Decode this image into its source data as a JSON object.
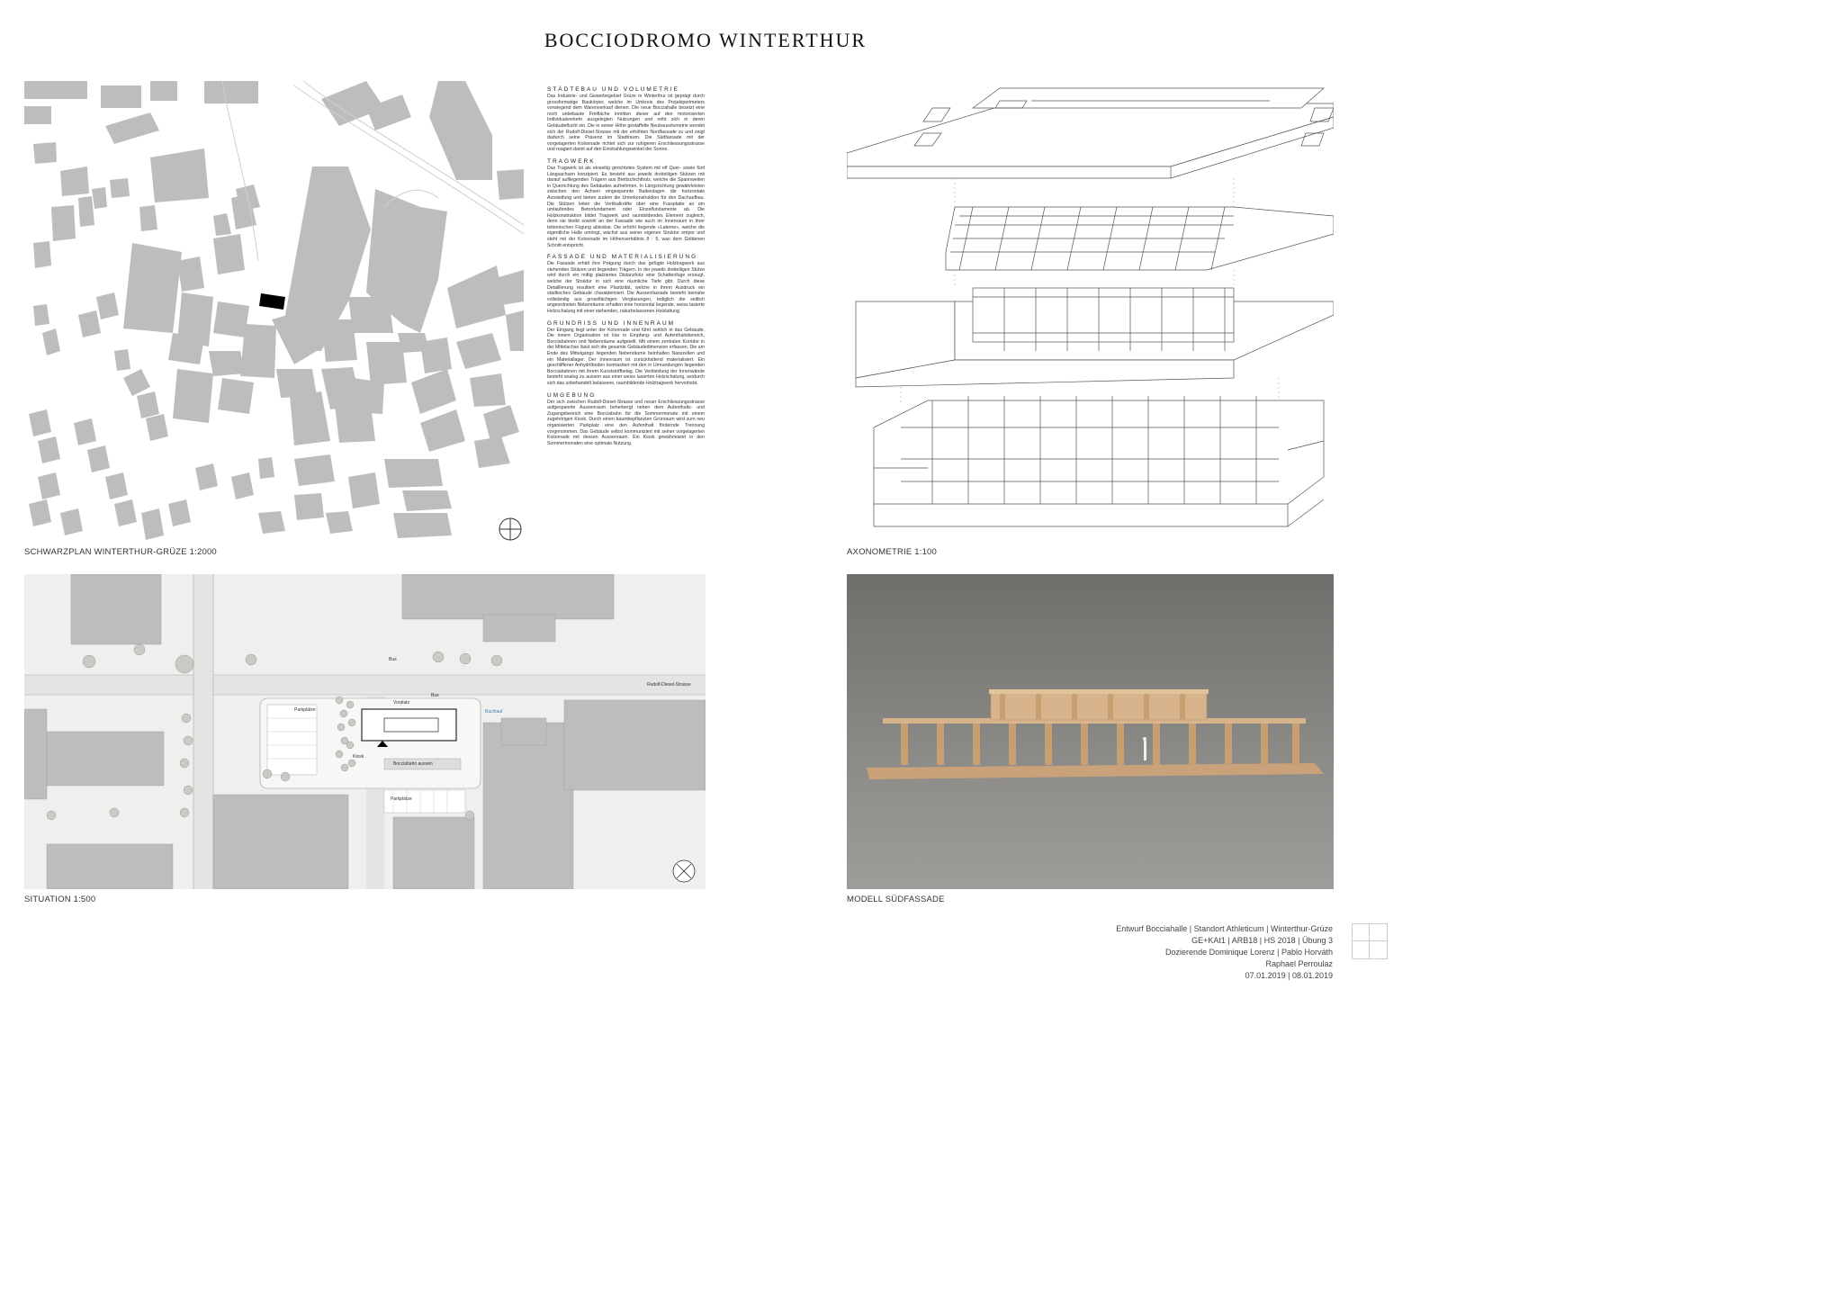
{
  "title": "BOCCIODROMO WINTERTHUR",
  "captions": {
    "schwarzplan": "SCHWARZPLAN WINTERTHUR-GRÜZE 1:2000",
    "axonometrie": "AXONOMETRIE 1:100",
    "situation": "SITUATION 1:500",
    "modell": "MODELL SÜDFASSADE"
  },
  "situation_labels": {
    "bus_top": "Bus",
    "street": "Rudolf-Diesel-Strasse",
    "vorplatz": "Vorplatz",
    "bus_right": "Bus",
    "parkplaetze_1": "Parkplätze",
    "bocciabahn_aussen": "Bocciabahn aussen",
    "kiosk": "Kiosk",
    "parkplaetze_2": "Parkplätze",
    "bachlabel": "Bachlauf"
  },
  "sections": [
    {
      "heading": "STÄDTEBAU UND VOLUMETRIE",
      "body": "Das Industrie- und Gewerbegebiet Grüze in Winterthur ist geprägt durch grossformatige Baukörper, welche im Umkreis des Projektperimeters vorwiegend dem Warenverkauf dienen. Die neue Bocciahalle besetzt eine noch unbebaute Freifläche inmitten dieser auf den motorisierten Individualverkehr ausgelegten Nutzungen und reiht sich in deren Gebäudeflucht ein. Die in seiner Höhe gestaffelte Neubauvolumetrie wendet sich der Rudolf-Diesel-Strasse mit der erhöhten Nordfassade zu und zeigt dadurch seine Präsenz im Stadtraum. Die Südfassade mit der vorgelagerten Kolonnade richtet sich zur ruhigeren Erschliessungsstrasse und reagiert damit auf den Einstrahlungswinkel der Sonne."
    },
    {
      "heading": "TRAGWERK",
      "body": "Das Tragwerk ist als einseitig gerichtetes System mit elf Quer- sowie fünf Längsachsen konzipiert. Es besteht aus jeweils dreiteiligen Stützen mit darauf aufliegenden Trägern aus Brettschichtholz, welche die Spannweiten in Querrichtung des Gebäudes aufnehmen. In Längsrichtung gewährleisten zwischen den Achsen eingespannte Balkenlagen die horizontale Aussteifung und bieten zudem die Unterkonstruktion für den Dachaufbau. Die Stützen leiten die Vertikalkräfte über eine Fussplatte an ein umlaufendes Betonfundament oder Einzelfundamente ab. Die Holzkonstruktion bildet Tragwerk und raumbildendes Element zugleich, denn sie bleibt sowohl an der Fassade wie auch im Innenraum in ihrer tektonischen Fügung ablesbar. Die erhöht liegende «Laterne», welche die eigentliche Halle umringt, wächst aus seiner eigenen Struktur empor und steht mit der Kolonnade im Höhenverhältnis 8 : 5, was dem Goldenen Schnitt entspricht."
    },
    {
      "heading": "FASSADE UND MATERIALISIERUNG",
      "body": "Die Fassade erhält ihre Prägung durch das gefügte Holztragwerk aus stehenden Stützen und liegenden Trägern. In der jeweils dreiteiligen Stütze wird durch ein mittig platziertes Distanzholz eine Schattenfuge erzeugt, welche der Struktur in sich eine räumliche Tiefe gibt. Durch diese Detaillierung resultiert eine Plastizität, welche in ihrem Ausdruck ein städtisches Gebäude charakterisiert. Die Aussenfassade besteht beinahe vollständig aus grossflächigen Verglasungen, lediglich die seitlich angeordneten Nebenräume erhalten eine horizontal liegende, weiss lasierte Holzschalung mit einer stehenden, naturbelassenen Holzlattung."
    },
    {
      "heading": "GRUNDRISS UND INNENRAUM",
      "body": "Der Eingang liegt unter der Kolonnade und führt seitlich in das Gebäude. Die innere Organisation ist klar in Empfang- und Aufenthaltsbereich, Bocciabahnen und Nebenräume aufgeteilt. Mit einem zentralen Korridor in der Mittelachse lässt sich die gesamte Gebäudedimension erfassen. Die am Ende des Mittelgangs liegenden Nebenräume beinhalten Nasszellen und ein Materiallager. Der Innenraum ist zurückhaltend materialisiert. Ein geschliffener Anhydritboden kontrastiert mit den in Umrandungen liegenden Bocciabahnen mit ihrem Kunststoffbelag. Die Verkleidung der Innenwände besteht analog zu aussen aus einer weiss lasierten Holzschalung, wodurch sich das unbehandelt belassene, raumbildende Holztragwerk hervorhebt."
    },
    {
      "heading": "UMGEBUNG",
      "body": "Der sich zwischen Rudolf-Diesel-Strasse und neuer Erschliessungsstrasse aufgespannte Aussenraum beherbergt neben dem Aufenthalts- und Zugangsbereich eine Bocciabahn für die Sommermonate mit einem zugehörigen Kiosk. Durch einen baumbepflanzten Grünraum wird zum neu organisierten Parkplatz eine den Aufenthalt fördernde Trennung vorgenommen. Das Gebäude selbst kommuniziert mit seiner vorgelagerten Kolonnade mit dessen Aussenraum. Ein Kiosk gewährleistet in den Sommermonaten eine optimale Nutzung."
    }
  ],
  "credits": [
    "Entwurf Bocciahalle  |  Standort Athleticum  |  Winterthur-Grüze",
    "GE+KAt1  |  ARB18  |  HS 2018  |  Übung 3",
    "Dozierende Dominique Lorenz  |  Pablo Horváth",
    "Raphael Perroulaz",
    "07.01.2019  |  08.01.2019"
  ],
  "colors": {
    "building_gray": "#bdbdbd",
    "site_black": "#000000",
    "model_wall": "#7c7b78",
    "model_wood": "#d8b48c"
  }
}
